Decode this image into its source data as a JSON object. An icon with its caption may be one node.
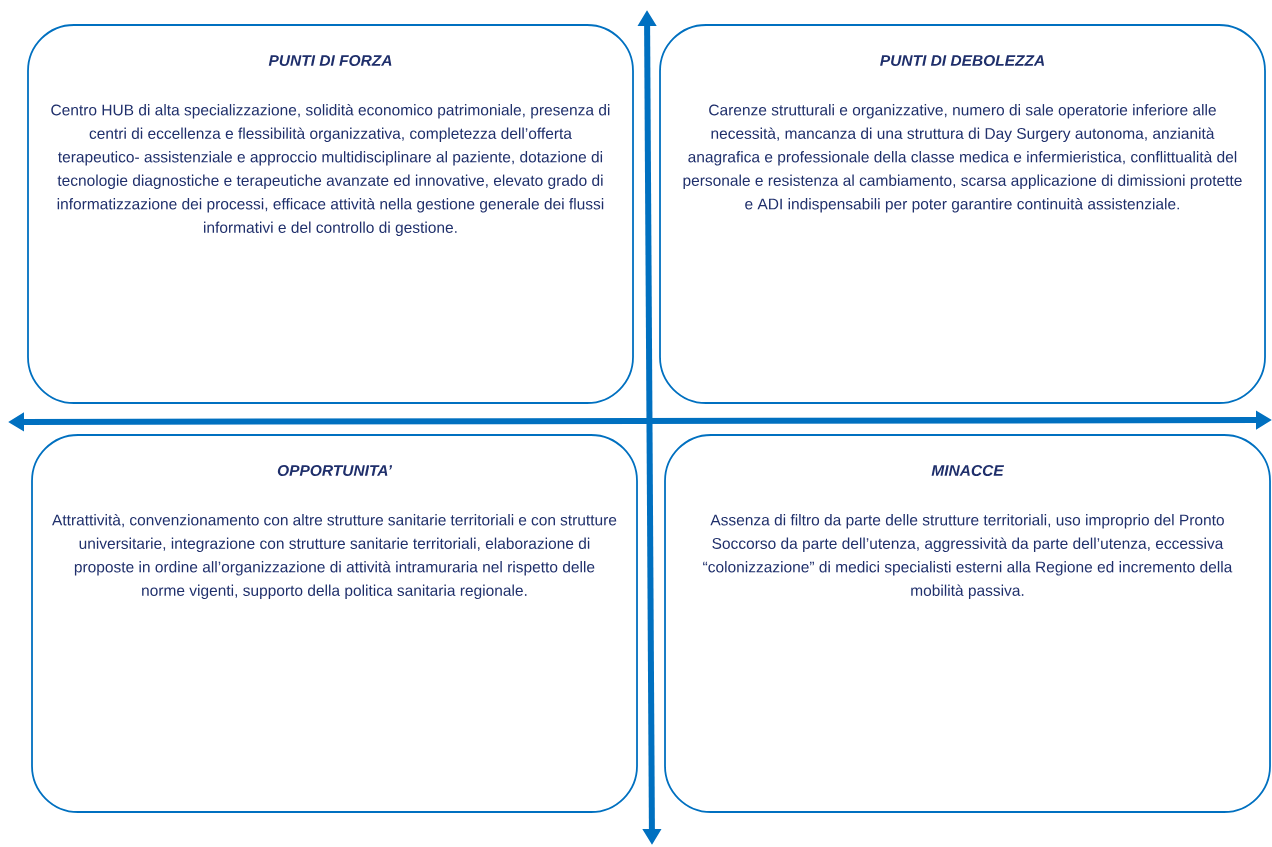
{
  "diagram": {
    "nodes": [
      {
        "text": [
          "PUNTI DI FORZA",
          "Centro HUB di alta specializzazione, solidità economico patrimoniale, presenza di centri di eccellenza e flessibilità organizzativa, completezza dell’offerta terapeutico- assistenziale e approccio multidisciplinare al paziente, dotazione di tecnologie diagnostiche e terapeutiche avanzate ed innovative, elevato grado di informatizzazione dei processi, efficace attività nella gestione generale dei flussi informativi e del controllo di gestione."
        ]
      },
      {
        "text": [
          "PUNTI DI DEBOLEZZA",
          "Carenze strutturali e organizzative, numero di sale operatorie inferiore alle necessità, mancanza di una struttura di Day Surgery autonoma, anzianità anagrafica e professionale della classe medica e infermieristica, conflittualità del personale e resistenza al cambiamento, scarsa applicazione di dimissioni protette e ADI indispensabili per poter garantire continuità assistenziale."
        ]
      },
      {
        "text": [
          "OPPORTUNITA’",
          "Attrattività, convenzionamento con altre strutture sanitarie territoriali e con strutture universitarie, integrazione con strutture sanitarie territoriali, elaborazione di proposte in ordine all’organizzazione di attività intramuraria nel rispetto delle norme vigenti, supporto della politica sanitaria regionale."
        ]
      },
      {
        "text": [
          "MINACCE",
          "Assenza di filtro da parte delle strutture territoriali, uso improprio del Pronto Soccorso da parte dell’utenza, aggressività da parte dell’utenza, eccessiva “colonizzazione” di medici specialisti esterni alla Regione ed incremento della mobilità passiva."
        ]
      }
    ]
  }
}
